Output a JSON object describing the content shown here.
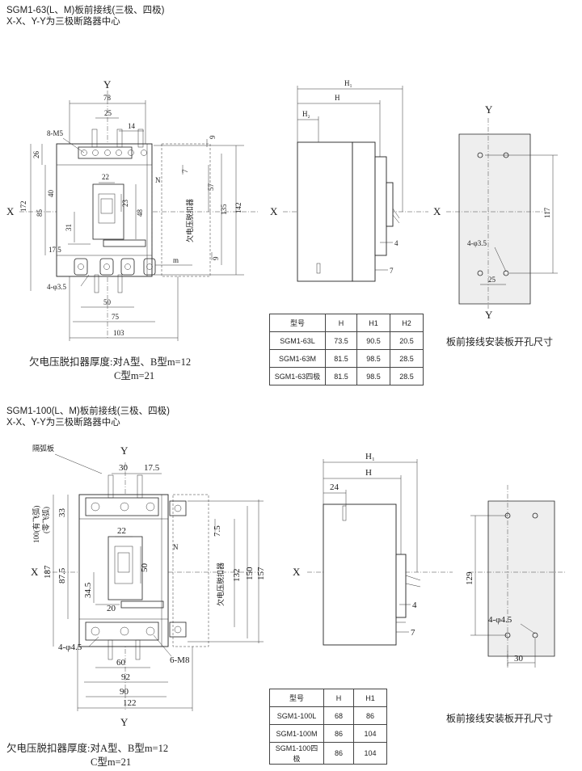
{
  "section1": {
    "title": "SGM1-63(L、M)板前接线(三极、四极)",
    "subtitle": "X-X、Y-Y为三极断路器中心",
    "front": {
      "dims": {
        "w78": "78",
        "w25": "25",
        "w14": "14",
        "screws": "8-M5",
        "h26": "26",
        "h40": "40",
        "h85": "85",
        "h172": "172",
        "h31": "31",
        "w17_5": "17.5",
        "w22": "22",
        "h23": "23",
        "h48": "48",
        "h7": "7",
        "h9a": "9",
        "h57": "57",
        "h135": "135",
        "h142": "142",
        "h9b": "9",
        "m": "m",
        "holes": "4-φ3.5",
        "w50": "50",
        "w75": "75",
        "w103": "103"
      },
      "label_n": "N",
      "device_label": "欠电压脱扣器",
      "axis_x": "X",
      "axis_y": "Y"
    },
    "side": {
      "h1": "H₁",
      "h": "H",
      "h2": "H₂",
      "d4": "4",
      "d7": "7",
      "axis_x": "X"
    },
    "panel": {
      "axis_x": "X",
      "axis_y": "Y",
      "holes": "4-φ3.5",
      "w25": "25",
      "h117": "117",
      "caption": "板前接线安装板开孔尺寸"
    },
    "note_line1": "欠电压脱扣器厚度:对A型、B型m=12",
    "note_line2": "C型m=21",
    "table": {
      "headers": [
        "型号",
        "H",
        "H1",
        "H2"
      ],
      "rows": [
        [
          "SGM1-63L",
          "73.5",
          "90.5",
          "20.5"
        ],
        [
          "SGM1-63M",
          "81.5",
          "98.5",
          "28.5"
        ],
        [
          "SGM1-63四极",
          "81.5",
          "98.5",
          "28.5"
        ]
      ]
    }
  },
  "section2": {
    "title": "SGM1-100(L、M)板前接线(三极、四极)",
    "subtitle": "X-X、Y-Y为三极断路器中心",
    "front": {
      "dims": {
        "partition": "隔弧板",
        "w30": "30",
        "w17_5": "17.5",
        "h33": "33",
        "arc1": "100(有飞弧)",
        "arc2": "(零飞弧)",
        "h187": "187",
        "h87_5": "87.5",
        "w22": "22",
        "h50": "50",
        "h34_5": "34.5",
        "w20": "20",
        "h7_5": "7.5",
        "h132": "132",
        "h150": "150",
        "h157": "157",
        "holes": "4-φ4.5",
        "screws": "6-M8",
        "w60": "60",
        "w92": "92",
        "w90": "90",
        "w122": "122"
      },
      "label_n": "N",
      "device_label": "欠电压脱扣器",
      "axis_x": "X",
      "axis_y_top": "Y",
      "axis_y_bottom": "Y"
    },
    "side": {
      "h1": "H₁",
      "h": "H",
      "d24": "24",
      "d4": "4",
      "d7": "7",
      "axis_x": "X"
    },
    "panel": {
      "holes": "4-φ4.5",
      "w30": "30",
      "h129": "129",
      "caption": "板前接线安装板开孔尺寸"
    },
    "note_line1": "欠电压脱扣器厚度:对A型、B型m=12",
    "note_line2": "C型m=21",
    "table": {
      "headers": [
        "型号",
        "H",
        "H1"
      ],
      "rows": [
        [
          "SGM1-100L",
          "68",
          "86"
        ],
        [
          "SGM1-100M",
          "86",
          "104"
        ],
        [
          "SGM1-100四极",
          "86",
          "104"
        ]
      ]
    }
  }
}
